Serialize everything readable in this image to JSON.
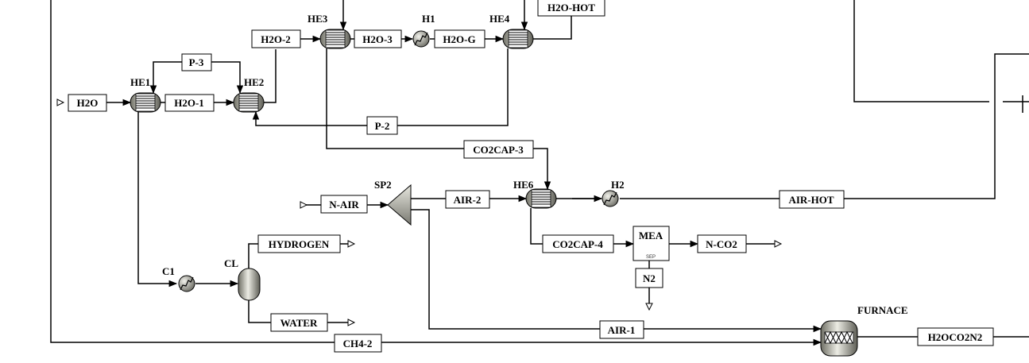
{
  "streams": {
    "h2o": "H2O",
    "h2o_1": "H2O-1",
    "h2o_2": "H2O-2",
    "h2o_3": "H2O-3",
    "h2o_g": "H2O-G",
    "h2o_hot": "H2O-HOT",
    "p2": "P-2",
    "p3": "P-3",
    "co2cap_3": "CO2CAP-3",
    "co2cap_4": "CO2CAP-4",
    "n_air": "N-AIR",
    "air_2": "AIR-2",
    "air_hot": "AIR-HOT",
    "air_1": "AIR-1",
    "hydrogen": "HYDROGEN",
    "water": "WATER",
    "n_co2": "N-CO2",
    "n2": "N2",
    "ch4_2": "CH4-2",
    "h2oco2n2": "H2OCO2N2"
  },
  "blocks": {
    "he1": "HE1",
    "he2": "HE2",
    "he3": "HE3",
    "he4": "HE4",
    "he6": "HE6",
    "h1": "H1",
    "h2": "H2",
    "c1": "C1",
    "cl": "CL",
    "sp2": "SP2",
    "mea": "MEA",
    "mea_sub": "SEP",
    "furnace": "FURNACE"
  }
}
